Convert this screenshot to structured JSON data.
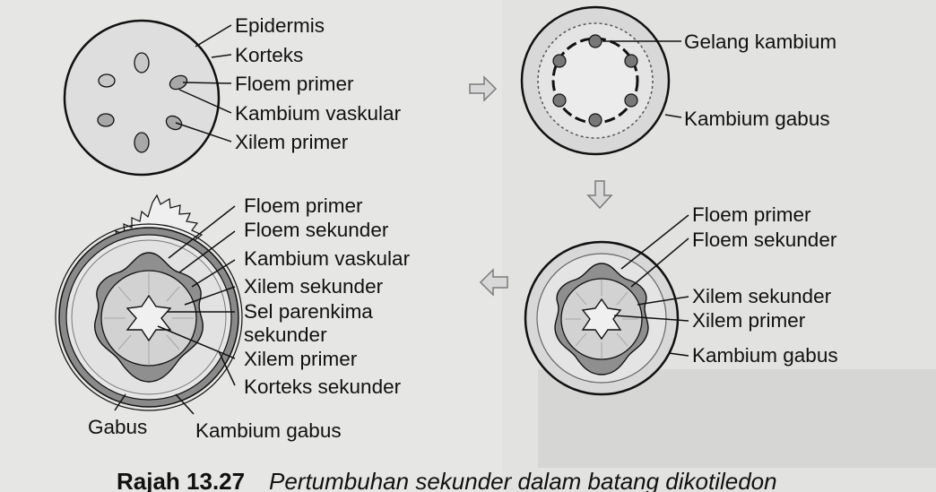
{
  "labels": {
    "epidermis": "Epidermis",
    "korteks": "Korteks",
    "floem_primer": "Floem primer",
    "kambium_vaskular": "Kambium vaskular",
    "xilem_primer": "Xilem primer",
    "gelang_kambium": "Gelang kambium",
    "kambium_gabus": "Kambium gabus",
    "floem_sekunder": "Floem sekunder",
    "xilem_sekunder": "Xilem sekunder",
    "sel_parenkima_1": "Sel parenkima",
    "sel_parenkima_2": "sekunder",
    "korteks_sekunder": "Korteks sekunder",
    "gabus": "Gabus"
  },
  "caption": {
    "number": "Rajah 13.27",
    "text": "Pertumbuhan sekunder dalam batang dikotiledon"
  },
  "colors": {
    "ink": "#111111",
    "tissue_gray": "#8f8f8f",
    "stem_fill": "#dcdcdc",
    "arrow_gray": "#9a9a9a"
  },
  "icons": [
    "arrow-right-icon",
    "arrow-down-icon",
    "arrow-left-icon"
  ]
}
